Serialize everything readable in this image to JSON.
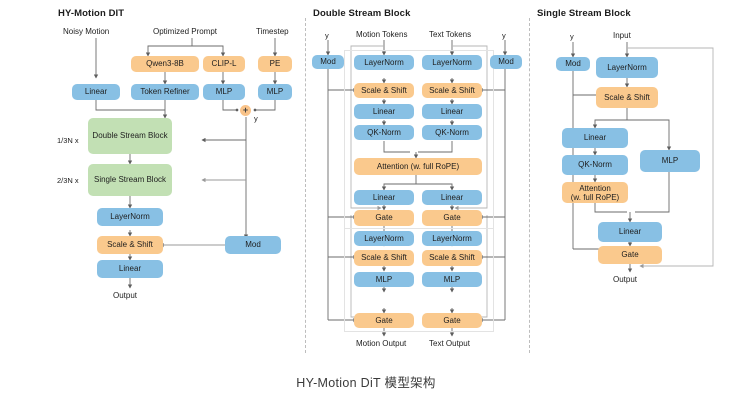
{
  "caption": "HY-Motion DiT 模型架构",
  "colors": {
    "blue": "#88c0e4",
    "orange": "#fac98d",
    "green": "#c2e0b4",
    "wire": "#6b6b6b",
    "wire_light": "#b5b5b5",
    "divider": "#bdbdbd",
    "text": "#1e1e1e"
  },
  "panels": {
    "left": {
      "title": "HY-Motion DIT",
      "inputs": [
        {
          "label": "Noisy Motion"
        },
        {
          "label": "Optimized Prompt"
        },
        {
          "label": "Timestep"
        }
      ],
      "nodes": [
        {
          "label": "Qwen3-8B",
          "kind": "orange"
        },
        {
          "label": "CLIP-L",
          "kind": "orange"
        },
        {
          "label": "PE",
          "kind": "orange"
        },
        {
          "label": "Linear",
          "kind": "blue"
        },
        {
          "label": "Token Refiner",
          "kind": "blue"
        },
        {
          "label": "MLP",
          "kind": "blue"
        },
        {
          "label": "MLP",
          "kind": "blue"
        },
        {
          "label": "Double Stream Block",
          "kind": "green"
        },
        {
          "label": "Single Stream Block",
          "kind": "green"
        },
        {
          "label": "LayerNorm",
          "kind": "blue"
        },
        {
          "label": "Scale & Shift",
          "kind": "orange"
        },
        {
          "label": "Linear",
          "kind": "blue"
        },
        {
          "label": "Mod",
          "kind": "blue"
        }
      ],
      "repeat_labels": [
        {
          "label": "1/3N x"
        },
        {
          "label": "2/3N x"
        }
      ],
      "junction_label": "y",
      "junction_symbol": "+",
      "output_label": "Output"
    },
    "middle": {
      "title": "Double Stream Block",
      "stream_labels": [
        {
          "label": "y"
        },
        {
          "label": "Motion Tokens"
        },
        {
          "label": "Text Tokens"
        },
        {
          "label": "y"
        }
      ],
      "mod_label": "Mod",
      "motion_column": [
        {
          "label": "LayerNorm",
          "kind": "blue"
        },
        {
          "label": "Scale & Shift",
          "kind": "orange"
        },
        {
          "label": "Linear",
          "kind": "blue"
        },
        {
          "label": "QK-Norm",
          "kind": "blue"
        },
        {
          "label": "Linear",
          "kind": "blue"
        },
        {
          "label": "Gate",
          "kind": "orange"
        },
        {
          "label": "LayerNorm",
          "kind": "blue"
        },
        {
          "label": "Scale & Shift",
          "kind": "orange"
        },
        {
          "label": "MLP",
          "kind": "blue"
        },
        {
          "label": "Gate",
          "kind": "orange"
        }
      ],
      "text_column": [
        {
          "label": "LayerNorm",
          "kind": "blue"
        },
        {
          "label": "Scale & Shift",
          "kind": "orange"
        },
        {
          "label": "Linear",
          "kind": "blue"
        },
        {
          "label": "QK-Norm",
          "kind": "blue"
        },
        {
          "label": "Linear",
          "kind": "blue"
        },
        {
          "label": "Gate",
          "kind": "orange"
        },
        {
          "label": "LayerNorm",
          "kind": "blue"
        },
        {
          "label": "Scale & Shift",
          "kind": "orange"
        },
        {
          "label": "MLP",
          "kind": "blue"
        },
        {
          "label": "Gate",
          "kind": "orange"
        }
      ],
      "attention": {
        "label": "Attention (w. full RoPE)",
        "kind": "orange"
      },
      "outputs": [
        {
          "label": "Motion Output"
        },
        {
          "label": "Text Output"
        }
      ]
    },
    "right": {
      "title": "Single Stream Block",
      "inputs": [
        {
          "label": "y"
        },
        {
          "label": "Input"
        }
      ],
      "nodes": [
        {
          "label": "Mod",
          "kind": "blue"
        },
        {
          "label": "LayerNorm",
          "kind": "blue"
        },
        {
          "label": "Scale & Shift",
          "kind": "orange"
        },
        {
          "label": "Linear",
          "kind": "blue"
        },
        {
          "label": "QK-Norm",
          "kind": "blue"
        },
        {
          "label": "MLP",
          "kind": "blue"
        },
        {
          "label": "Linear",
          "kind": "blue"
        },
        {
          "label": "Gate",
          "kind": "orange"
        }
      ],
      "attention_line1": "Attention",
      "attention_line2": "(w. full RoPE)",
      "output_label": "Output"
    }
  }
}
